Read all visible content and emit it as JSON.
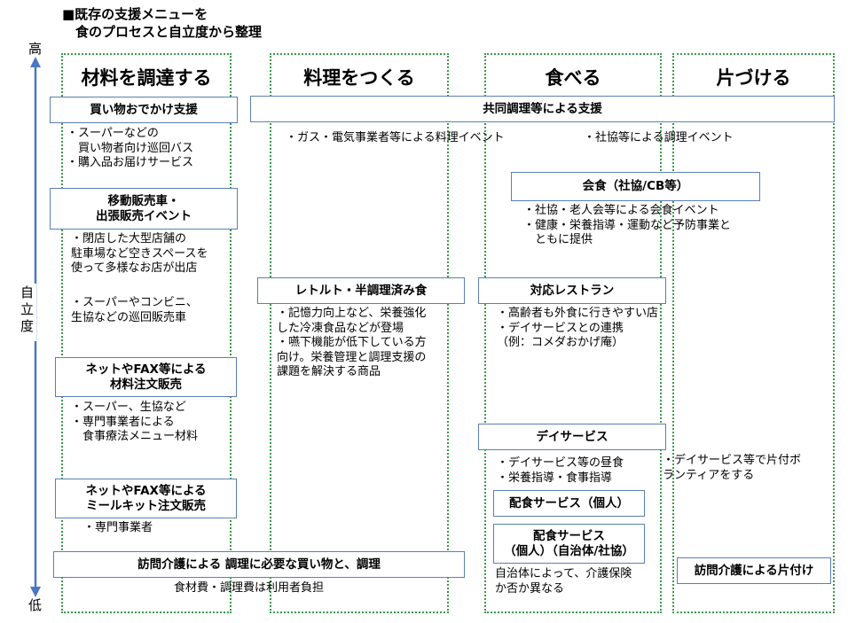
{
  "title": "■既存の支援メニューを\n　食のプロセスと自立度から整理",
  "axis": {
    "high": "高",
    "low": "低",
    "label": "自立度"
  },
  "columns": [
    "材料を調達する",
    "料理をつくる",
    "食べる",
    "片づける"
  ],
  "boxes": {
    "shopping_outing": "買い物おでかけ支援",
    "joint_cooking": "共同調理等による支援",
    "mobile_sales": "移動販売車・\n出張販売イベント",
    "group_meal": "会食（社協/CB等）",
    "retort": "レトルト・半調理済み食",
    "restaurant": "対応レストラン",
    "net_fax_ingredients": "ネットやFAX等による\n材料注文販売",
    "day_service": "デイサービス",
    "net_fax_mealkit": "ネットやFAX等による\nミールキット注文販売",
    "delivery_private": "配食サービス（個人）",
    "delivery_public": "配食サービス\n（個人）（自治体/社協）",
    "home_care_shopping": "訪問介護による 調理に必要な買い物と、調理",
    "home_care_cleanup": "訪問介護による片付け"
  },
  "notes": {
    "shopping_outing": "・スーパーなどの\n　買い物者向け巡回バス\n・購入品お届けサービス",
    "gas_event": "・ガス・電気事業者等による料理イベント",
    "social_event": "・社協等による調理イベント",
    "group_meal": "・社協・老人会等による会食イベント\n・健康・栄養指導・運動など予防事業と\n　ともに提供",
    "mobile_sales_1": "・閉店した大型店舗の\n駐車場など空きスペースを\n使って多様なお店が出店",
    "mobile_sales_2": "・スーパーやコンビニ、\n生協などの巡回販売車",
    "retort": "・記憶力向上など、栄養強化\nした冷凍食品などが登場\n・嚥下機能が低下している方\n向け。栄養管理と調理支援の\n課題を解決する商品",
    "restaurant": "・高齢者も外食に行きやすい店\n・デイサービスとの連携\n（例：コメダおかげ庵）",
    "net_fax_ingredients": "・スーパー、生協など\n・専門事業者による\n　食事療法メニュー材料",
    "day_service_eat": "・デイサービス等の昼食\n・栄養指導・食事指導",
    "day_service_clean": "・デイサービス等で片付ボ\nランティアをする",
    "net_fax_mealkit": "・専門事業者",
    "delivery_public": "自治体によって、介護保険\nか否か異なる",
    "home_care_cost": "食材費・調理費は利用者負担"
  },
  "colors": {
    "column_border": "#3a9a4a",
    "box_border": "#5a7fb5",
    "axis": "#4a78c0"
  }
}
